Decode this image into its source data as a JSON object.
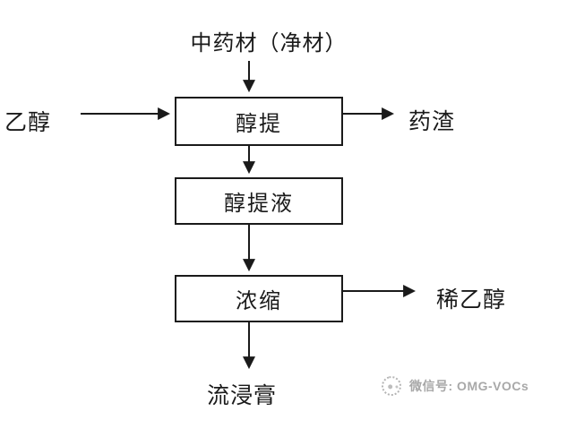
{
  "diagram": {
    "source_top": "中药材（净材）",
    "input_left": "乙醇",
    "output_residue": "药渣",
    "output_dilute_ethanol": "稀乙醇",
    "output_bottom": "流浸膏",
    "boxes": [
      {
        "label": "醇提"
      },
      {
        "label": "醇提液"
      },
      {
        "label": "浓缩"
      }
    ]
  },
  "watermark": {
    "text": "微信号: OMG-VOCs"
  },
  "colors": {
    "line": "#1a1a1a",
    "text": "#1a1a1a",
    "watermark": "#a8a8a8",
    "background": "#ffffff"
  }
}
